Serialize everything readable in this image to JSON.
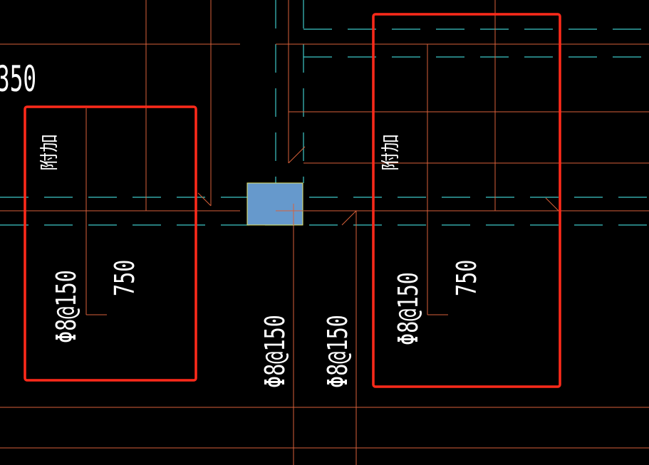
{
  "drawing": {
    "background": "#000000",
    "colors": {
      "rebar_line": "#d8613a",
      "axis_line": "#3ec8c8",
      "highlight": "#ff2a1a",
      "column_fill": "#6699cc",
      "text": "#ffffff"
    },
    "labels": {
      "partial_dimension": "350",
      "left_note": "附加",
      "left_rebar_spec": "Φ8@150",
      "left_length": "750",
      "center_rebar_spec_1": "Φ8@150",
      "center_rebar_spec_2": "Φ8@150",
      "right_note": "附加",
      "right_rebar_spec": "Φ8@150",
      "right_length": "750"
    }
  }
}
